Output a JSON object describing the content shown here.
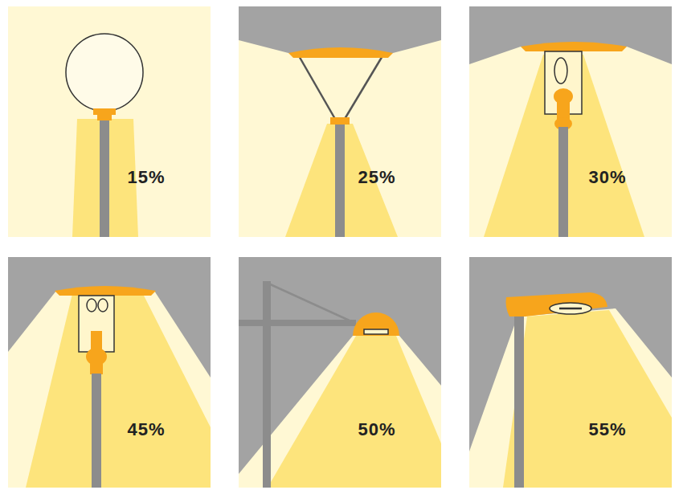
{
  "diagram": {
    "nodes": [
      {
        "text": [
          "15%"
        ]
      },
      {
        "text": [
          "25%"
        ]
      },
      {
        "text": [
          "30%"
        ]
      },
      {
        "text": [
          "45%"
        ]
      },
      {
        "text": [
          "50%"
        ]
      },
      {
        "text": [
          "55%"
        ]
      }
    ]
  }
}
